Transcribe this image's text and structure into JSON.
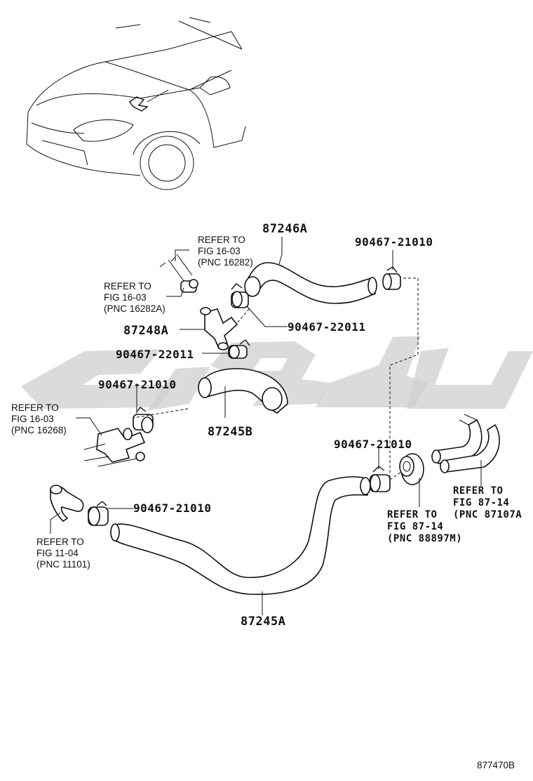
{
  "diagram": {
    "parts": {
      "hose_87246A": "87246A",
      "hose_87245B": "87245B",
      "hose_87245A": "87245A",
      "joint_87248A": "87248A"
    },
    "clips": {
      "top_right": "90467-21010",
      "upper_mid": "90467-22011",
      "mid_left": "90467-22011",
      "left": "90467-21010",
      "right_mid": "90467-21010",
      "lower_left": "90467-21010"
    },
    "refs": {
      "r1": {
        "l1": "REFER TO",
        "l2": "FIG 16-03",
        "l3": "(PNC 16282)"
      },
      "r2": {
        "l1": "REFER TO",
        "l2": "FIG 16-03",
        "l3": "(PNC 16282A)"
      },
      "r3": {
        "l1": "REFER TO",
        "l2": "FIG 16-03",
        "l3": "(PNC 16268)"
      },
      "r4": {
        "l1": "REFER TO",
        "l2": "FIG 11-04",
        "l3": "(PNC 11101)"
      },
      "r5": {
        "l1": "REFER TO",
        "l2": "FIG 87-14",
        "l3": "(PNC 88897M)"
      },
      "r6": {
        "l1": "REFER TO",
        "l2": "FIG 87-14",
        "l3": "(PNC 87107A"
      }
    },
    "figure_code": "877470B"
  }
}
